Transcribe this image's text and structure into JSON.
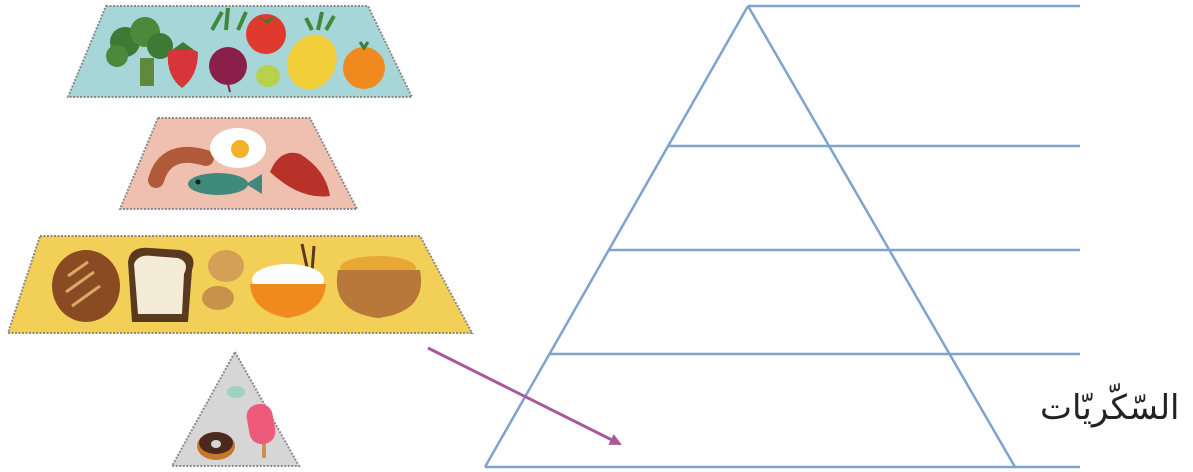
{
  "diagram": {
    "label_sugars": "السّكّريّات",
    "colors": {
      "pyramid_line": "#7ea3cf",
      "arrow": "#a9589a",
      "tray_border": "#8a8a8a",
      "produce_tray": "#a6d6d8",
      "protein_tray": "#efc0b0",
      "grain_tray": "#f2cf57",
      "sweets_tray": "#d6d6d6"
    },
    "trays": [
      {
        "name": "fruits-vegetables",
        "items": [
          "broccoli",
          "strawberry",
          "beet",
          "tomato",
          "lime",
          "pineapple",
          "orange"
        ]
      },
      {
        "name": "proteins",
        "items": [
          "sausage",
          "fried-egg",
          "fish",
          "meat"
        ]
      },
      {
        "name": "grains",
        "items": [
          "bread-loaf",
          "toast",
          "potatoes",
          "rice-bowl",
          "pot"
        ]
      },
      {
        "name": "sweets",
        "items": [
          "donut",
          "ice-pop",
          "candy"
        ]
      }
    ]
  }
}
